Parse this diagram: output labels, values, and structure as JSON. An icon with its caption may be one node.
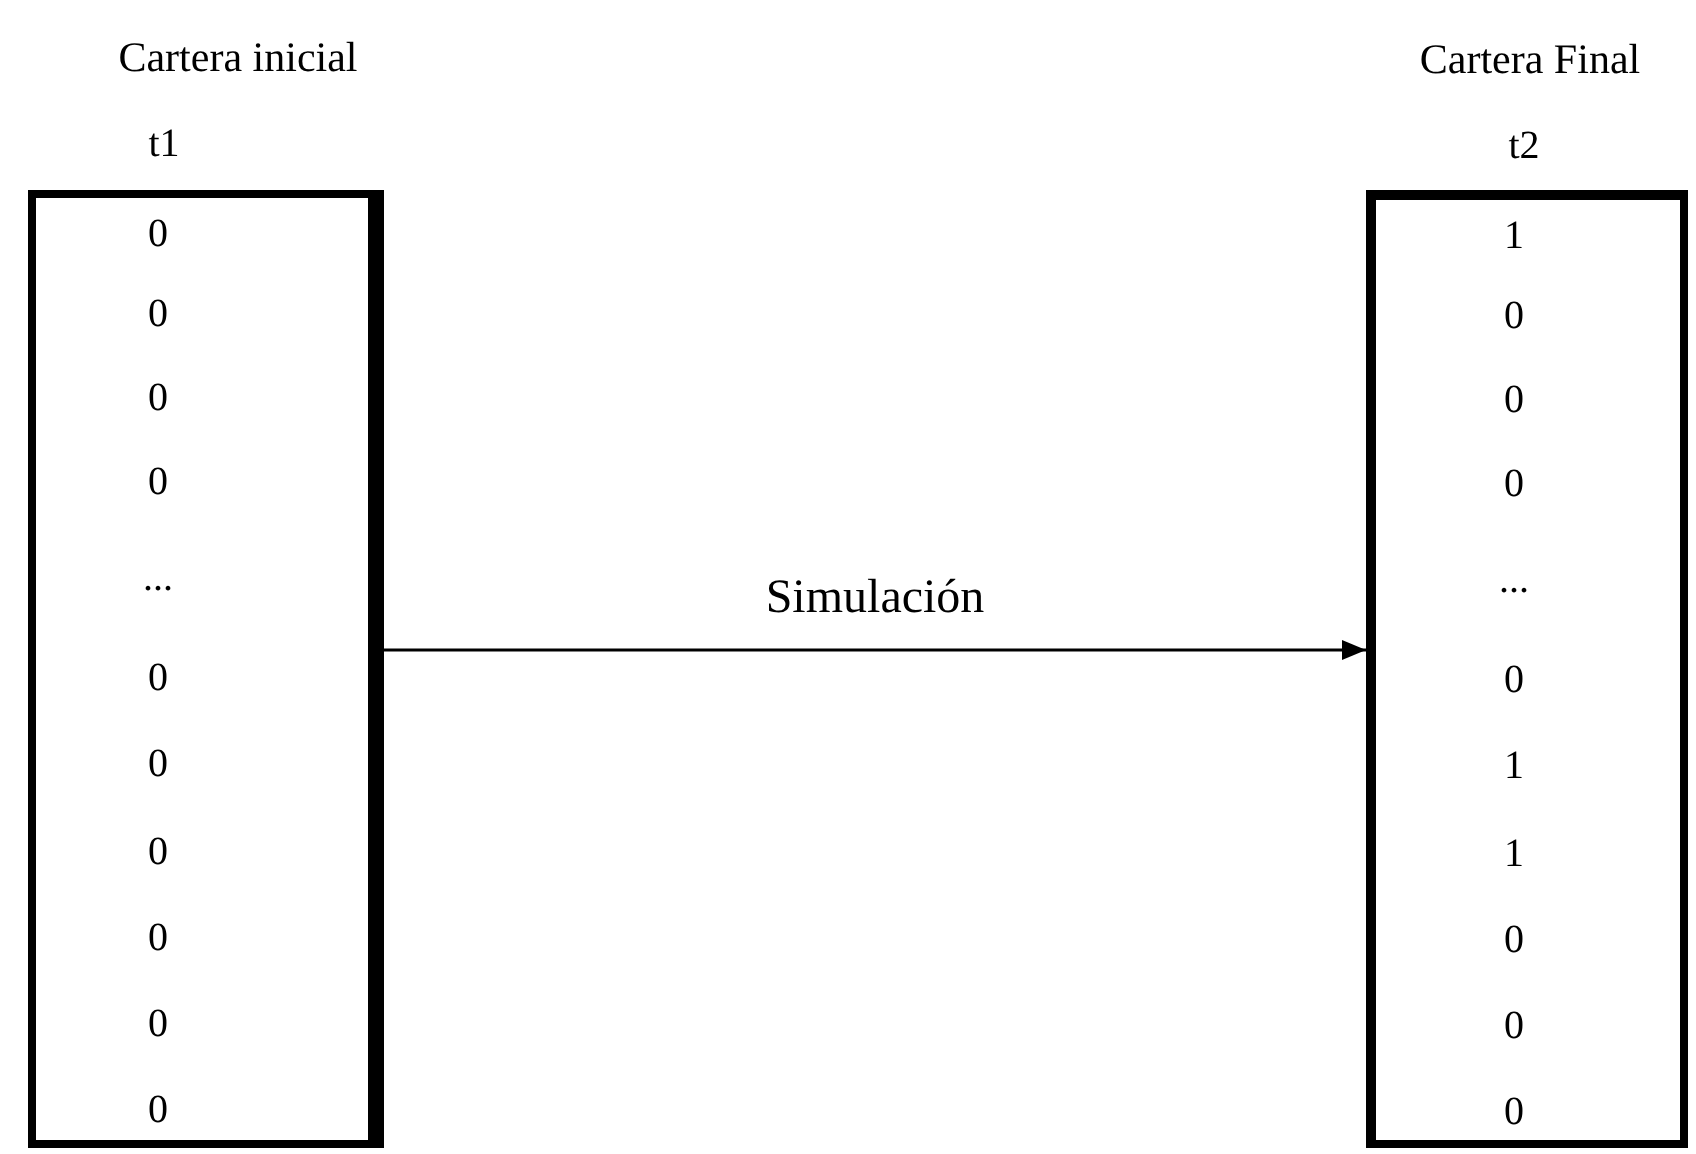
{
  "diagram": {
    "nodes": [
      {
        "text": [
          "Cartera inicial",
          "t1",
          "0",
          "0",
          "0",
          "0",
          "...",
          "0",
          "0",
          "0",
          "0",
          "0",
          "0"
        ]
      },
      {
        "text": [
          "Cartera Final",
          "t2",
          "1",
          "0",
          "0",
          "0",
          "...",
          "0",
          "1",
          "1",
          "0",
          "0",
          "0"
        ]
      }
    ],
    "edges": [
      {
        "from": 0,
        "to": 1,
        "arrow": "to",
        "label": "Simulación"
      }
    ]
  }
}
